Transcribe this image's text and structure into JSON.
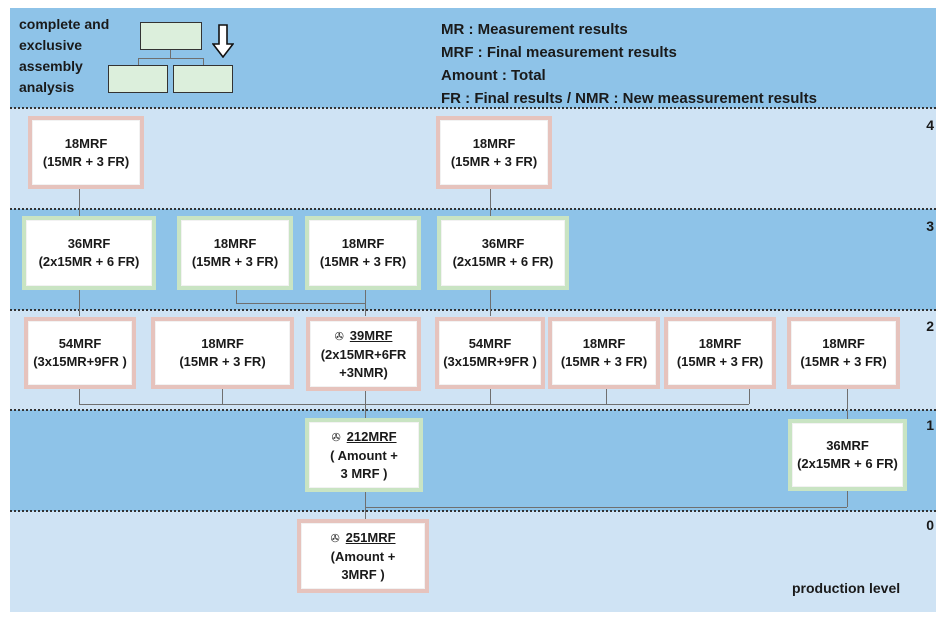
{
  "header": {
    "title_lines": [
      "complete and",
      "exclusive",
      "assembly",
      "analysis"
    ],
    "legend": [
      "MR : Measurement results",
      "MRF : Final measurement results",
      "Amount : Total",
      "FR : Final results  / NMR : New meassurement results"
    ]
  },
  "levels": [
    "4",
    "3",
    "2",
    "1",
    "0"
  ],
  "footer": {
    "production_level": "production level"
  },
  "boxes": {
    "l4a": {
      "title": "18MRF",
      "detail": "(15MR + 3 FR)"
    },
    "l4b": {
      "title": "18MRF",
      "detail": "(15MR + 3 FR)"
    },
    "l3a": {
      "title": "36MRF",
      "detail": "(2x15MR + 6 FR)"
    },
    "l3b": {
      "title": "18MRF",
      "detail": "(15MR + 3 FR)"
    },
    "l3c": {
      "title": "18MRF",
      "detail": "(15MR + 3 FR)"
    },
    "l3d": {
      "title": "36MRF",
      "detail": "(2x15MR + 6 FR)"
    },
    "l2a": {
      "title": "54MRF",
      "detail": "(3x15MR+9FR )"
    },
    "l2b": {
      "title": "18MRF",
      "detail": "(15MR + 3 FR)"
    },
    "l2c": {
      "title": "39MRF",
      "detail": "(2x15MR+6FR",
      "detail2": "+3NMR)"
    },
    "l2d": {
      "title": "54MRF",
      "detail": "(3x15MR+9FR )"
    },
    "l2e": {
      "title": "18MRF",
      "detail": "(15MR + 3 FR)"
    },
    "l2f": {
      "title": "18MRF",
      "detail": "(15MR + 3 FR)"
    },
    "l2g": {
      "title": "18MRF",
      "detail": "(15MR + 3 FR)"
    },
    "l1a": {
      "title": "212MRF",
      "detail": "( Amount +",
      "detail2": "3 MRF )"
    },
    "l1b": {
      "title": "36MRF",
      "detail": "(2x15MR + 6 FR)"
    },
    "l0a": {
      "title": "251MRF",
      "detail": "(Amount +",
      "detail2": "3MRF )"
    }
  },
  "colors": {
    "band_light": "#cfe3f4",
    "band_dark": "#8ec3e8",
    "pink_border": "#e6c3bd",
    "green_border": "#c9e4c3"
  }
}
